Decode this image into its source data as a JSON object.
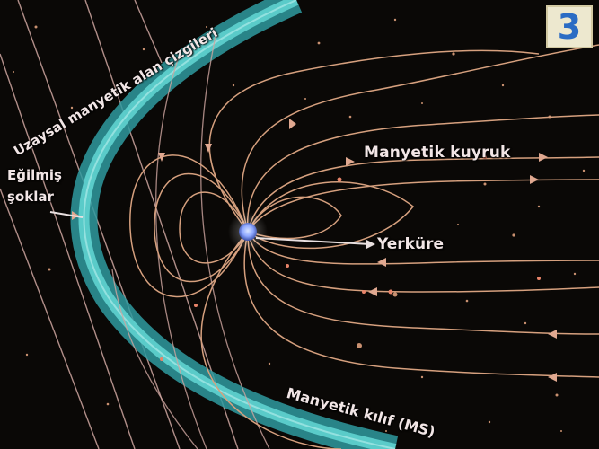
{
  "figure": {
    "badge_number": "3",
    "labels": {
      "interplanetary_field_lines": "Uzaysal manyetik alan çizgileri",
      "bow_shock_line1": "Eğilmiş",
      "bow_shock_line2": "şoklar",
      "magnetotail": "Manyetik kuyruk",
      "earth": "Yerküre",
      "magnetosheath": "Manyetik kılıf (MS)"
    },
    "colors": {
      "background": "#0a0806",
      "bow_shock": "#3fb8b8",
      "field_lines": "#d6a07e",
      "earth": "#8fa8ff",
      "badge_background": "#ede8cf",
      "badge_text": "#2b6cc4"
    }
  }
}
